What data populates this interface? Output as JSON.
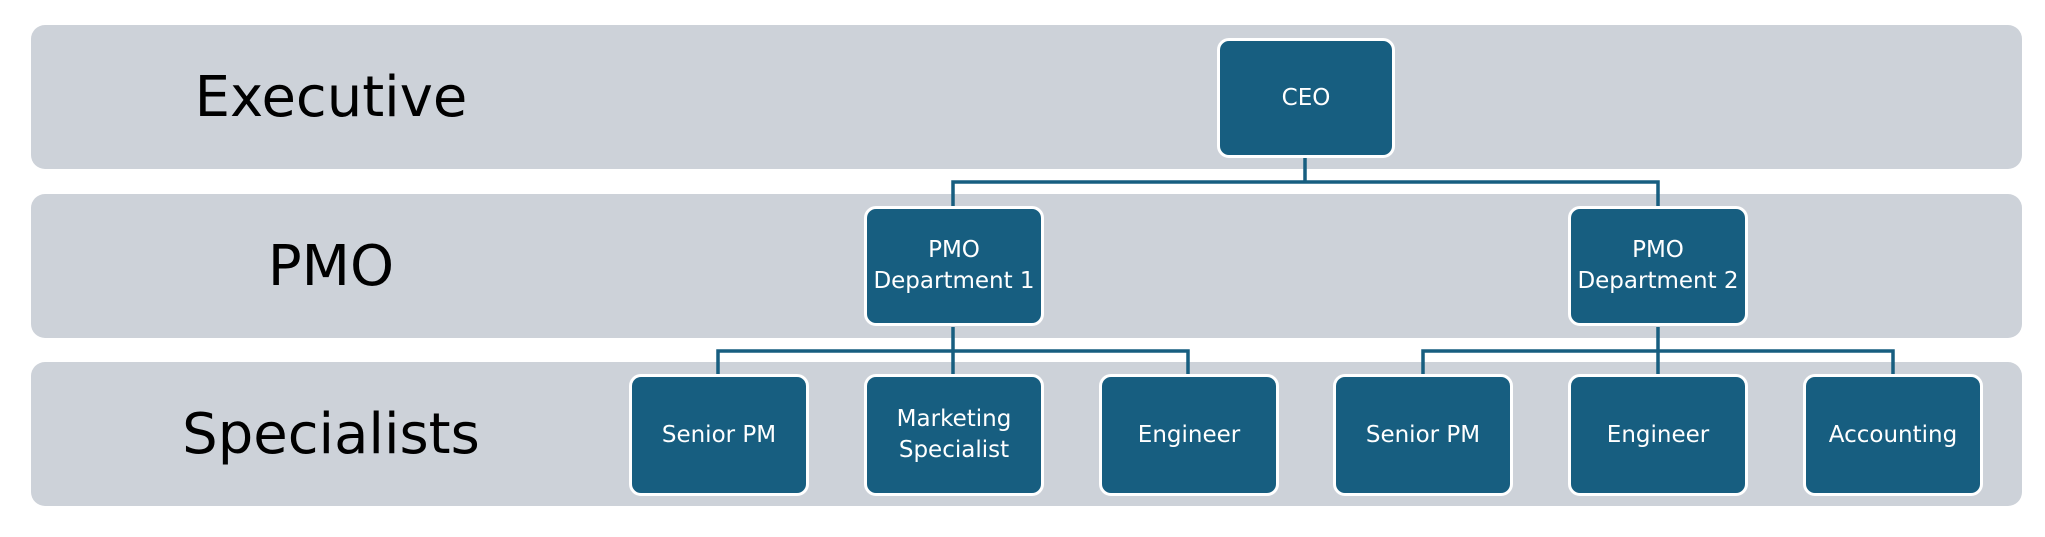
{
  "levels": [
    {
      "label": "Executive"
    },
    {
      "label": "PMO"
    },
    {
      "label": "Specialists"
    }
  ],
  "nodes": {
    "ceo": "CEO",
    "pmo1": "PMO\nDepartment 1",
    "pmo2": "PMO\nDepartment 2",
    "spec1_senior_pm": "Senior PM",
    "spec1_marketing": "Marketing\nSpecialist",
    "spec1_engineer": "Engineer",
    "spec2_senior_pm": "Senior PM",
    "spec2_engineer": "Engineer",
    "spec2_accounting": "Accounting"
  },
  "hierarchy": {
    "ceo": [
      "pmo1",
      "pmo2"
    ],
    "pmo1": [
      "spec1_senior_pm",
      "spec1_marketing",
      "spec1_engineer"
    ],
    "pmo2": [
      "spec2_senior_pm",
      "spec2_engineer",
      "spec2_accounting"
    ]
  },
  "colors": {
    "band": "#cdd2d9",
    "node": "#175e80",
    "connector": "#175e80",
    "node_text": "#ffffff"
  }
}
